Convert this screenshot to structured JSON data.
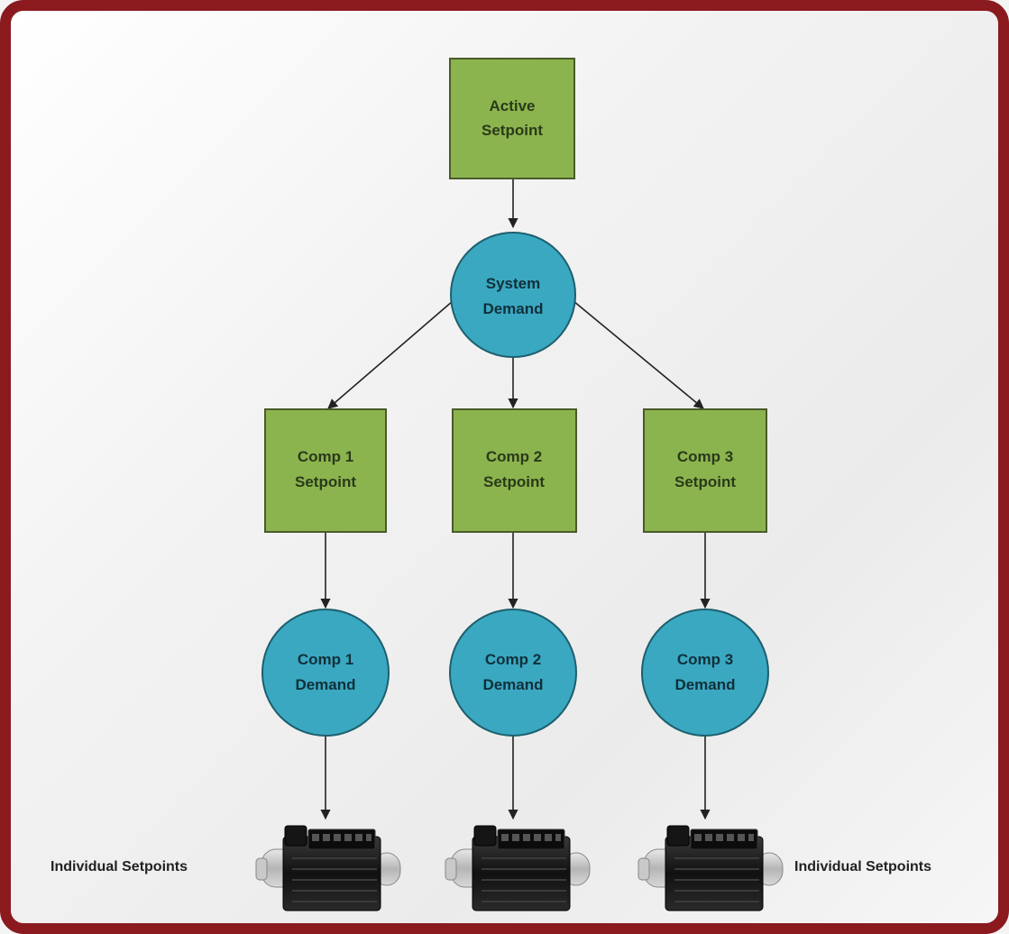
{
  "colors": {
    "frame": "#8b1a1f",
    "box_fill": "#8cb44e",
    "box_stroke": "#4a5a2a",
    "circle_fill": "#3aa8c1",
    "circle_stroke": "#1d5f6e",
    "connector": "#222222"
  },
  "nodes": {
    "active_setpoint": {
      "line1": "Active",
      "line2": "Setpoint"
    },
    "system_demand": {
      "line1": "System",
      "line2": "Demand"
    },
    "comp1_setpoint": {
      "line1": "Comp 1",
      "line2": "Setpoint"
    },
    "comp2_setpoint": {
      "line1": "Comp 2",
      "line2": "Setpoint"
    },
    "comp3_setpoint": {
      "line1": "Comp 3",
      "line2": "Setpoint"
    },
    "comp1_demand": {
      "line1": "Comp 1",
      "line2": "Demand"
    },
    "comp2_demand": {
      "line1": "Comp 2",
      "line2": "Demand"
    },
    "comp3_demand": {
      "line1": "Comp 3",
      "line2": "Demand"
    }
  },
  "compressors": [
    {
      "icon": "compressor-motor-icon"
    },
    {
      "icon": "compressor-motor-icon"
    },
    {
      "icon": "compressor-motor-icon"
    }
  ],
  "side_labels": {
    "left": "Individual Setpoints",
    "right": "Individual Setpoints"
  }
}
